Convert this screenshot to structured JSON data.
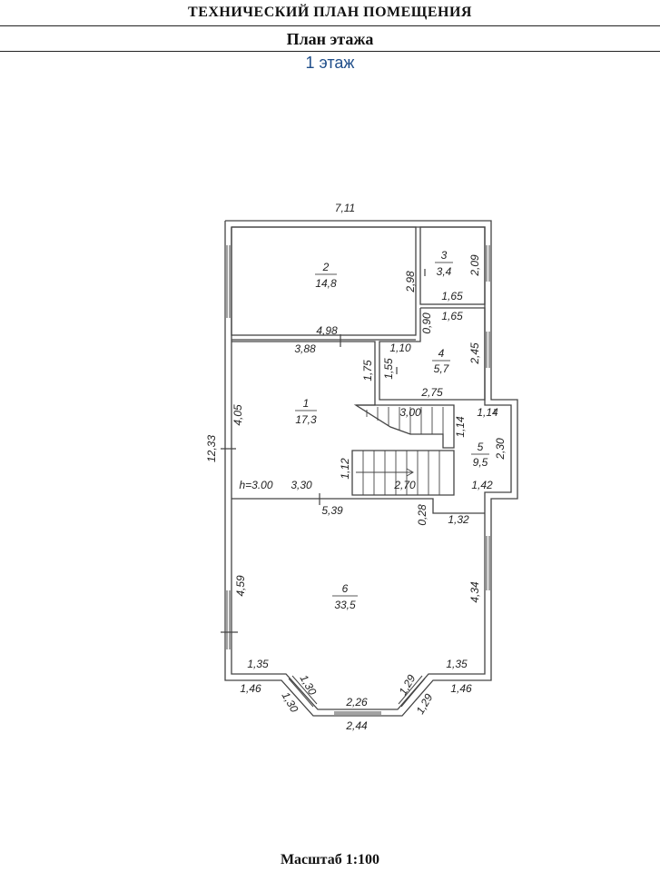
{
  "header": {
    "title": "ТЕХНИЧЕСКИЙ ПЛАН ПОМЕЩЕНИЯ",
    "subtitle": "План этажа",
    "floor": "1 этаж"
  },
  "footer": {
    "scale": "Масштаб 1:100"
  },
  "rooms": [
    {
      "number": "1",
      "area": "17,3"
    },
    {
      "number": "2",
      "area": "14,8"
    },
    {
      "number": "3",
      "area": "3,4"
    },
    {
      "number": "4",
      "area": "5,7"
    },
    {
      "number": "5",
      "area": "9,5"
    },
    {
      "number": "6",
      "area": "33,5"
    }
  ],
  "dimensions": [
    "7,11",
    "2,98",
    "2,09",
    "1,65",
    "1,65",
    "0,90",
    "2,45",
    "4,98",
    "3,88",
    "1,10",
    "1,75",
    "1,55",
    "2,75",
    "4,05",
    "3,00",
    "1,14",
    "1,14",
    "2,30",
    "12,33",
    "1,12",
    "2,70",
    "1,42",
    "3,30",
    "5,39",
    "0,28",
    "1,32",
    "4,59",
    "4,34",
    "1,35",
    "1,35",
    "1,46",
    "1,30",
    "1,30",
    "2,26",
    "1,29",
    "1,29",
    "1,46",
    "2,44"
  ],
  "ceiling_height": "h=3.00"
}
